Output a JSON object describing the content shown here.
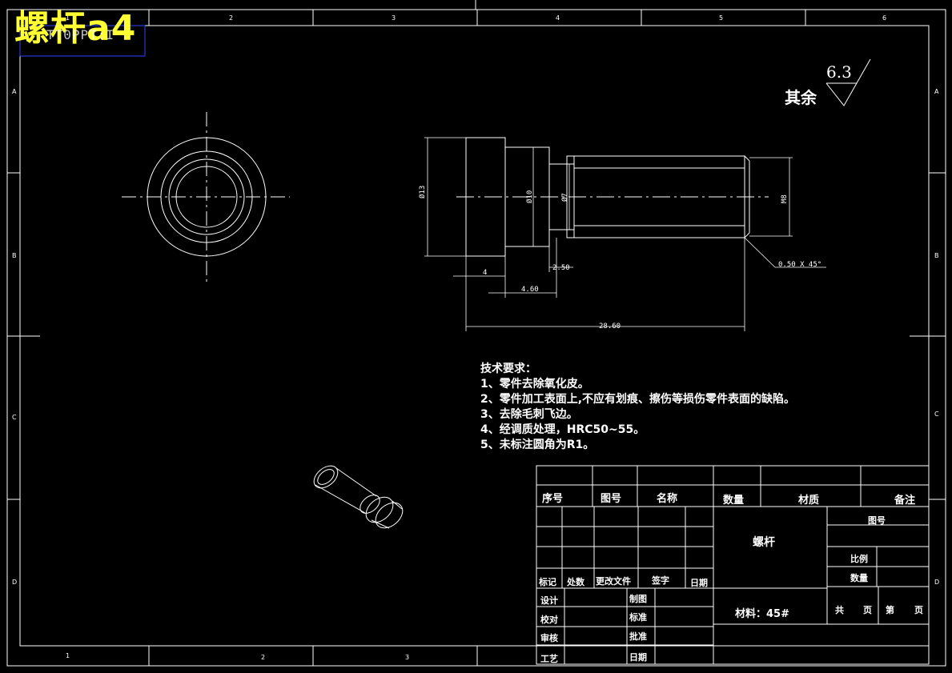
{
  "header": {
    "title": "螺杆a4",
    "subtitle": "TT0PPT:I"
  },
  "roughness": {
    "label": "其余",
    "value": "6.3"
  },
  "dimensions": {
    "d13": "Ø13",
    "d10": "Ø10",
    "d7": "Ø7",
    "m8": "M8",
    "len4": "4",
    "len460": "4.60",
    "len250": "2.50",
    "len2860": "28.60",
    "chamfer": "0.50 X 45°"
  },
  "requirements": {
    "heading": "技术要求：",
    "items": [
      "1、零件去除氧化皮。",
      "2、零件加工表面上,不应有划痕、擦伤等损伤零件表面的缺陷。",
      "3、去除毛刺飞边。",
      "4、经调质处理，HRC50~55。",
      "5、未标注圆角为R1。"
    ]
  },
  "grid": {
    "top": [
      "1",
      "2",
      "3",
      "4",
      "5",
      "6"
    ],
    "bottom": [
      "1",
      "2",
      "3"
    ],
    "rows": [
      "A",
      "B",
      "C",
      "D"
    ]
  },
  "title_block": {
    "bom_headers": [
      "序号",
      "图号",
      "名称",
      "数量",
      "材质",
      "备注"
    ],
    "part_name": "螺杆",
    "material": "材料：45#",
    "drawing_no_label": "图号",
    "scale_label": "比例",
    "qty_label": "数量",
    "total_label": "共",
    "page_label": "页",
    "sheet_label": "第",
    "page2_label": "页",
    "rev_headers": [
      "标记",
      "处数",
      "更改文件",
      "签字",
      "日期"
    ],
    "roles_left": [
      "设计",
      "校对",
      "审核",
      "工艺"
    ],
    "roles_right": [
      "制图",
      "标准",
      "批准",
      "日期"
    ]
  }
}
